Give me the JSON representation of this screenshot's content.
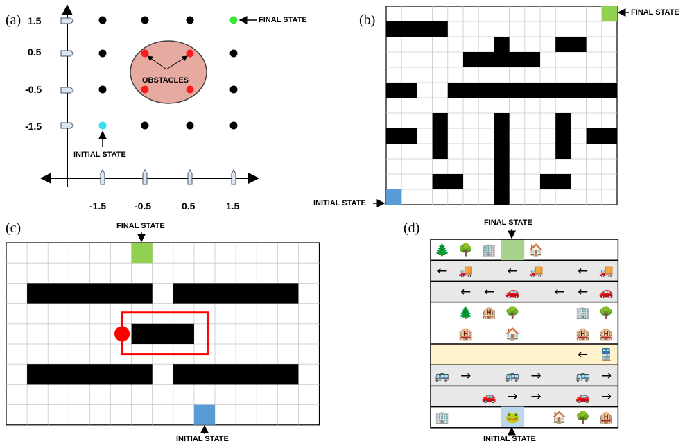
{
  "panel_a": {
    "label": "(a)",
    "y_ticks": [
      "1.5",
      "0.5",
      "-0.5",
      "-1.5"
    ],
    "x_ticks": [
      "-1.5",
      "-0.5",
      "0.5",
      "1.5"
    ],
    "final_state": "FINAL STATE",
    "initial_state": "INITIAL STATE",
    "obstacles": "OBSTACLES",
    "colors": {
      "final": "#33e833",
      "initial": "#33e0ec",
      "obstacle": "#ff1a1a",
      "obstacle_region": "#e6aaa0"
    }
  },
  "panel_b": {
    "label": "(b)",
    "final_state": "FINAL STATE",
    "initial_state": "INITIAL STATE",
    "colors": {
      "final": "#92d050",
      "initial": "#5b9bd5"
    }
  },
  "panel_c": {
    "label": "(c)",
    "final_state": "FINAL STATE",
    "initial_state": "INITIAL STATE",
    "colors": {
      "final": "#92d050",
      "initial": "#5b9bd5",
      "agent": "#ff0000"
    }
  },
  "panel_d": {
    "label": "(d)",
    "final_state": "FINAL STATE",
    "initial_state": "INITIAL STATE",
    "colors": {
      "final": "#a9d18e",
      "initial": "#bdd7ee",
      "train_row": "#fff2cc",
      "road": "#e8e8e8"
    },
    "icons": {
      "tree": "🌲",
      "round_tree": "🌳",
      "building": "🏢",
      "office": "🏨",
      "house": "🏠",
      "truck": "🚚",
      "car": "🚗",
      "bus": "🚌",
      "train": "🚆",
      "frog": "🐸",
      "left_arrow": "←",
      "right_arrow": "→"
    }
  }
}
